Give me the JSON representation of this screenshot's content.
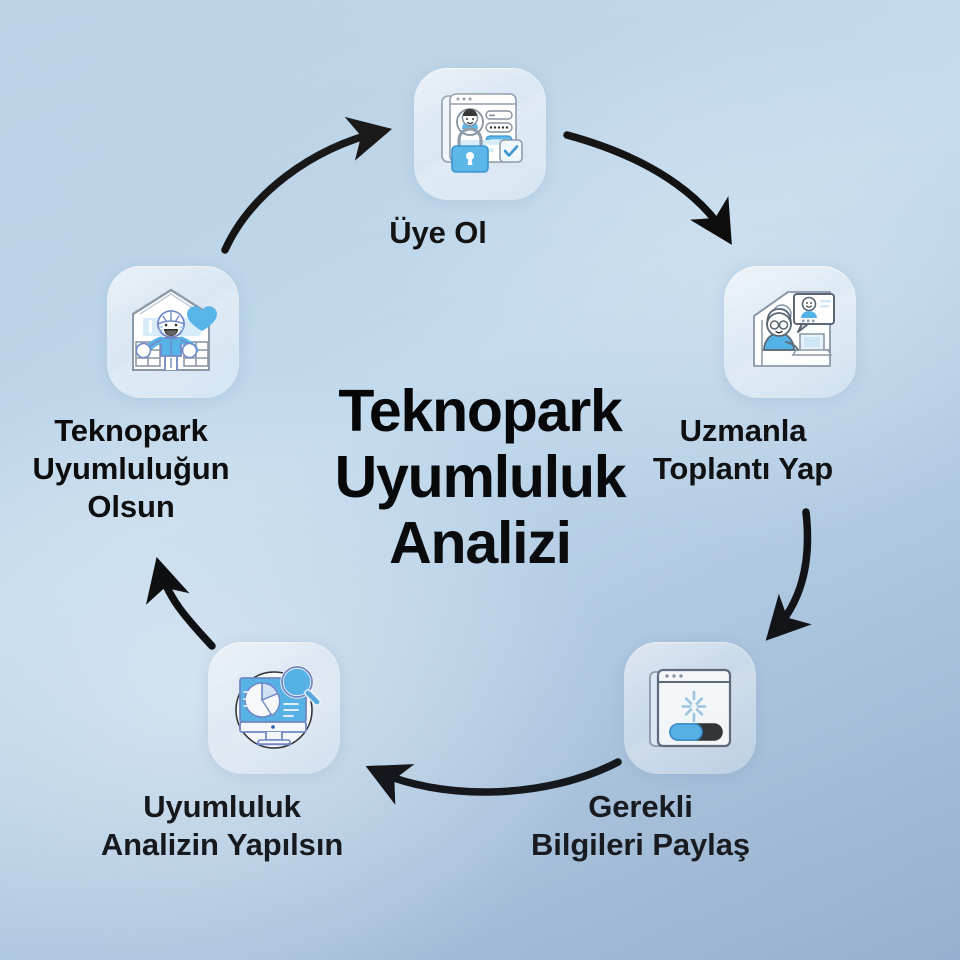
{
  "background": {
    "base_color": "#b6cfe6",
    "highlight_color": "#dbe9f5",
    "shadow_color": "#9fb7d4"
  },
  "center": {
    "title": "Teknopark\nUyumluluk\nAnalizi",
    "title_color": "#050506"
  },
  "accent": {
    "blue": "#54b3e8",
    "blue_dark": "#2f8fd0",
    "line": "#4a6fa5",
    "arrow": "#0a0a0b"
  },
  "steps": [
    {
      "id": "uye-ol",
      "order": 1,
      "label": "Üye Ol",
      "icon": "signup-form-lock-icon",
      "position": "top"
    },
    {
      "id": "uzmanla-toplanti-yap",
      "order": 2,
      "label": "Uzmanla\nToplantı Yap",
      "icon": "video-meeting-icon",
      "position": "right"
    },
    {
      "id": "gerekli-bilgileri-paylas",
      "order": 3,
      "label": "Gerekli\nBilgileri Paylaş",
      "icon": "browser-loading-progress-icon",
      "position": "bottom-right"
    },
    {
      "id": "uyumluluk-analizin-yapilsin",
      "order": 4,
      "label": "Uyumluluk\nAnalizin Yapılsın",
      "icon": "monitor-pie-chart-magnifier-icon",
      "position": "bottom-left"
    },
    {
      "id": "teknopark-uyumlulugun-olsun",
      "order": 5,
      "label": "Teknopark\nUyumluluğun\nOlsun",
      "icon": "house-person-heart-icon",
      "position": "left"
    }
  ],
  "arrows": [
    {
      "id": "arrow-teknopark-to-uyeol",
      "from": "teknopark-uyumlulugun-olsun",
      "to": "uye-ol",
      "direction": "clockwise"
    },
    {
      "id": "arrow-uyeol-to-uzman",
      "from": "uye-ol",
      "to": "uzmanla-toplanti-yap",
      "direction": "clockwise"
    },
    {
      "id": "arrow-uzman-to-gerekli",
      "from": "uzmanla-toplanti-yap",
      "to": "gerekli-bilgileri-paylas",
      "direction": "clockwise"
    },
    {
      "id": "arrow-gerekli-to-analiz",
      "from": "gerekli-bilgileri-paylas",
      "to": "uyumluluk-analizin-yapilsin",
      "direction": "clockwise"
    },
    {
      "id": "arrow-analiz-to-teknopark",
      "from": "uyumluluk-analizin-yapilsin",
      "to": "teknopark-uyumlulugun-olsun",
      "direction": "clockwise"
    }
  ]
}
